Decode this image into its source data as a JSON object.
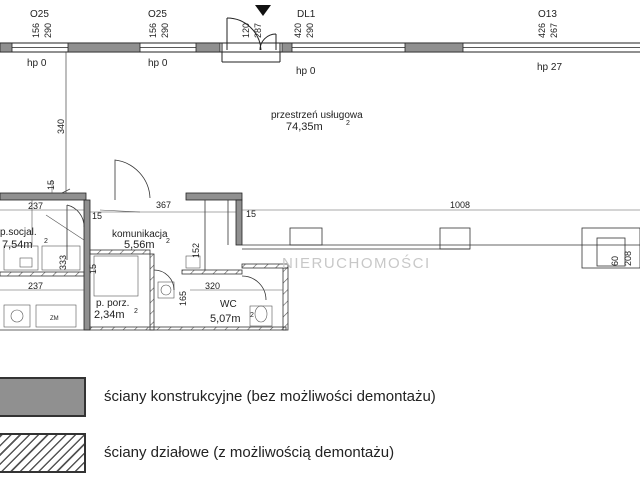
{
  "colors": {
    "wall_structural": "#909090",
    "wall_partition_hatch": "#555555",
    "line": "#222222",
    "watermark": "#c8c8c8"
  },
  "top_windows": [
    {
      "name": "O25",
      "d1": "156",
      "d2": "290",
      "hp": "hp 0"
    },
    {
      "name": "O25",
      "d1": "156",
      "d2": "290",
      "hp": "hp 0"
    },
    {
      "name": "",
      "d1": "120",
      "d2": "287",
      "hp": ""
    },
    {
      "name": "DL1",
      "d1": "420",
      "d2": "290",
      "hp": "hp 0"
    },
    {
      "name": "O13",
      "d1": "426",
      "d2": "267",
      "hp": "hp 27"
    }
  ],
  "rooms": {
    "main": {
      "name": "przestrzeń usługowa",
      "area": "74,35m",
      "sup": "2"
    },
    "social": {
      "name": "p.socjal.",
      "area": "7,54m",
      "sup": "2"
    },
    "comm": {
      "name": "komunikacja",
      "area": "5,56m",
      "sup": "2"
    },
    "storage": {
      "name": "p. porz.",
      "area": "2,34m",
      "sup": "2"
    },
    "wc": {
      "name": "WC",
      "area": "5,07m",
      "sup": "2"
    }
  },
  "dimensions": {
    "d340": "340",
    "d15a": "15",
    "d237a": "237",
    "d15b": "15",
    "d367": "367",
    "d15c": "15",
    "d1008": "1008",
    "d333": "333",
    "d237b": "237",
    "d15d": "15",
    "d165": "165",
    "d320": "320",
    "d152": "152",
    "d60": "60",
    "d208": "208",
    "zm": "ZM"
  },
  "watermark": "NIERUCHOMOŚCI",
  "legend": [
    {
      "label": "ściany konstrukcyjne (bez możliwości demontażu)"
    },
    {
      "label": "ściany działowe (z możliwością demontażu)"
    }
  ]
}
